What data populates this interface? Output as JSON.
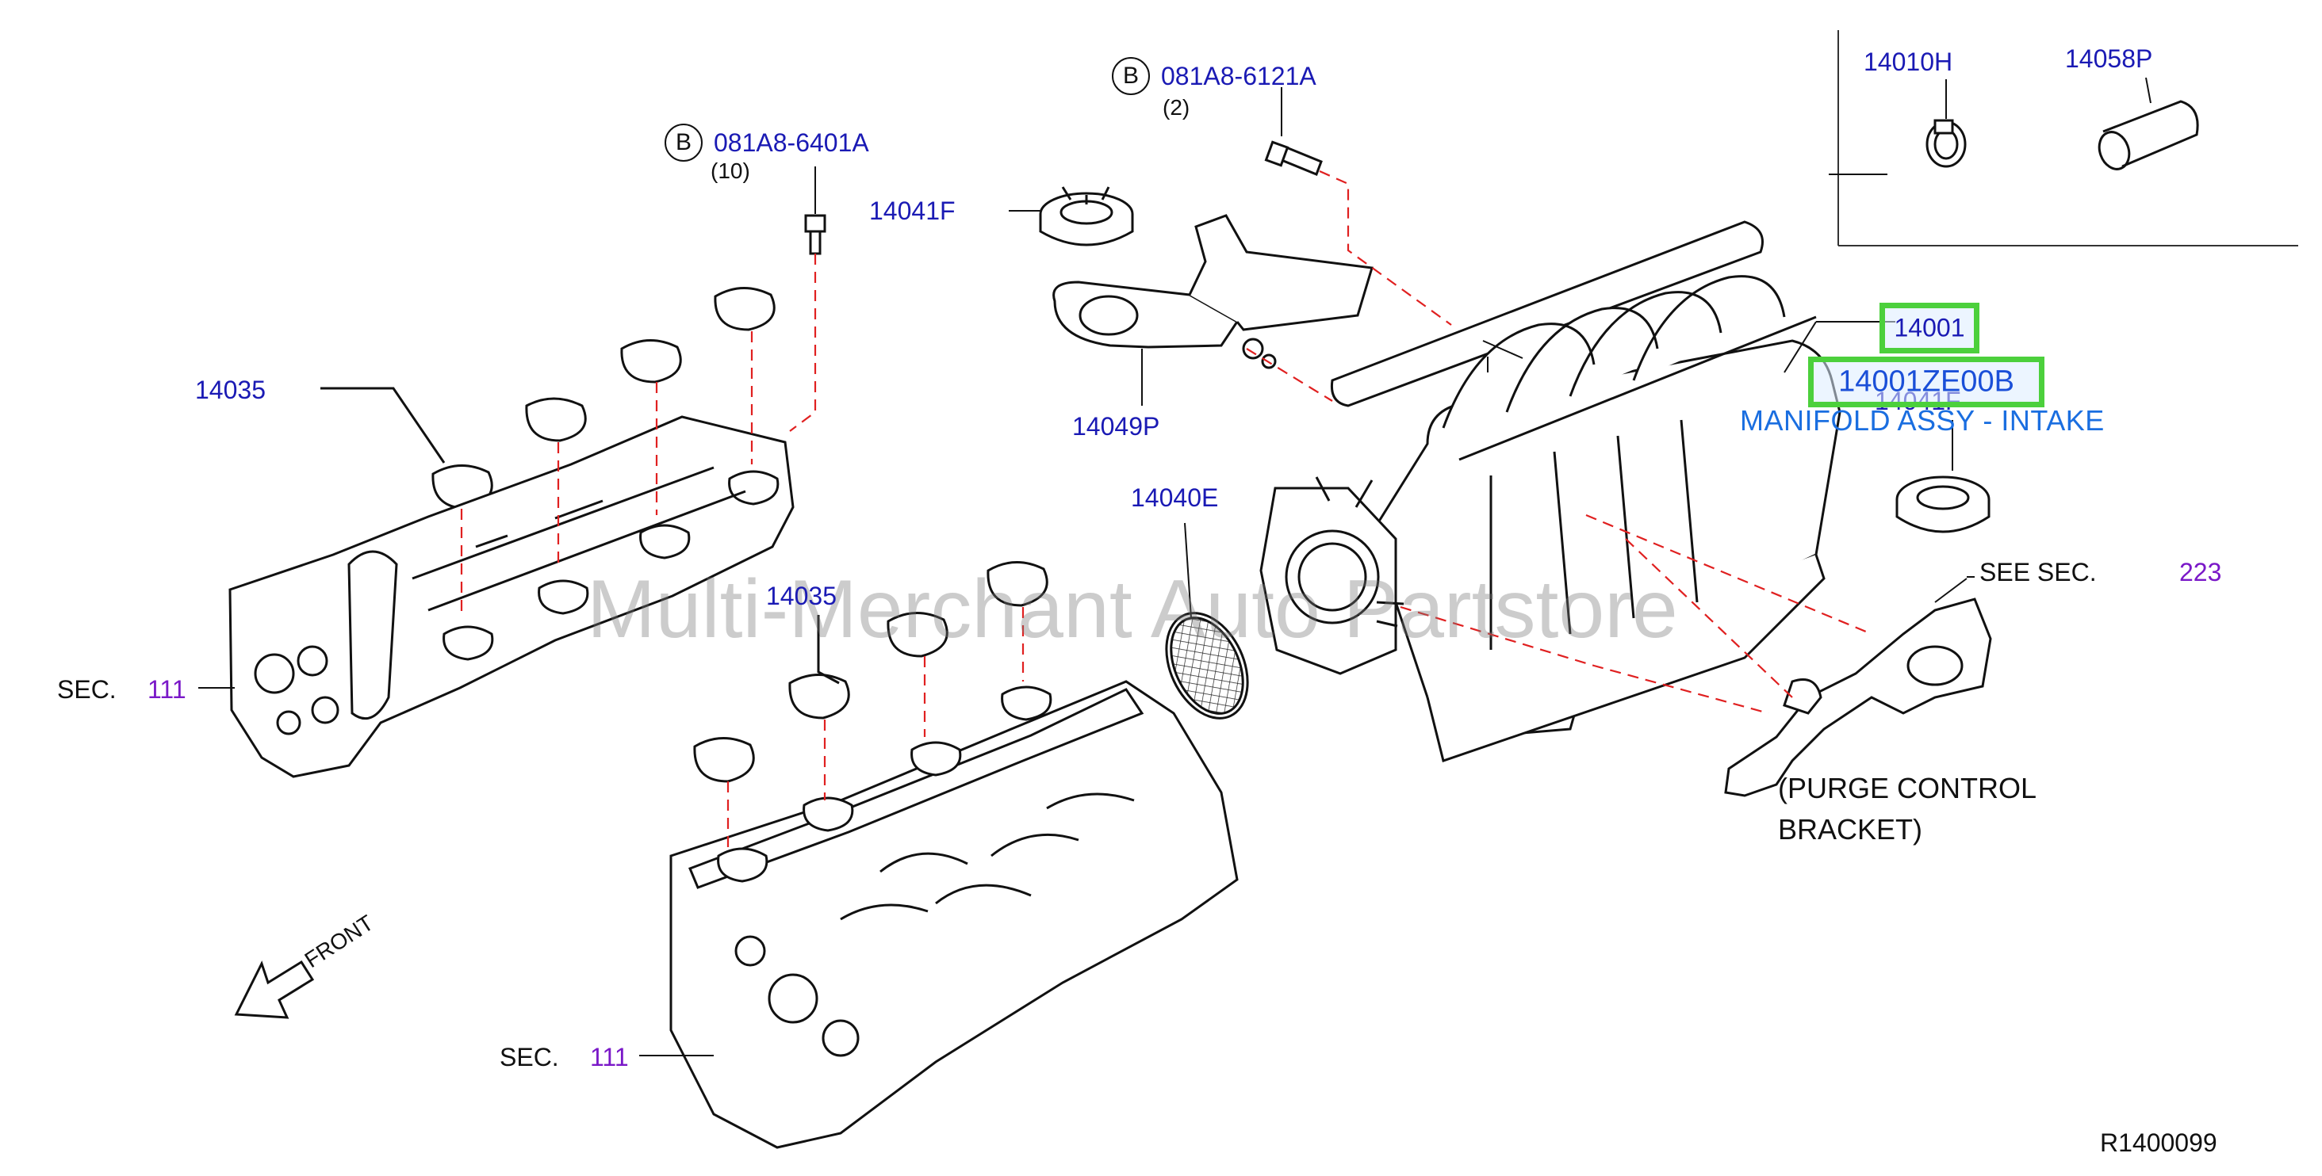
{
  "callouts": {
    "bolt_a": {
      "marker": "B",
      "part": "081A8-6121A",
      "qty": "(2)"
    },
    "bolt_b": {
      "marker": "B",
      "part": "081A8-6401A",
      "qty": "(10)"
    },
    "p14010h": "14010H",
    "p14058p": "14058P",
    "p14041f_top": "14041F",
    "p14041f_right": "14041F",
    "p14035_upper": "14035",
    "p14035_lower": "14035",
    "p14049p": "14049P",
    "p14040e": "14040E",
    "p14001": "14001",
    "sec_left": {
      "prefix": "SEC.",
      "num": "111"
    },
    "sec_bottom": {
      "prefix": "SEC.",
      "num": "111"
    },
    "see_sec": {
      "prefix": "SEE  SEC.",
      "num": "223"
    },
    "purge_line1": "(PURGE  CONTROL",
    "purge_line2": "BRACKET)",
    "front": "FRONT",
    "ref": "R1400099"
  },
  "selection": {
    "part_number": "14001ZE00B",
    "description": "MANIFOLD ASSY - INTAKE"
  },
  "watermark": "Multi-Merchant Auto Partstore",
  "colors": {
    "highlight": "#4cd03c",
    "label_blue": "#1a1ab4",
    "link_blue": "#1a4fd8",
    "leader_red": "#e02020",
    "sec_purple": "#7a18c8"
  }
}
